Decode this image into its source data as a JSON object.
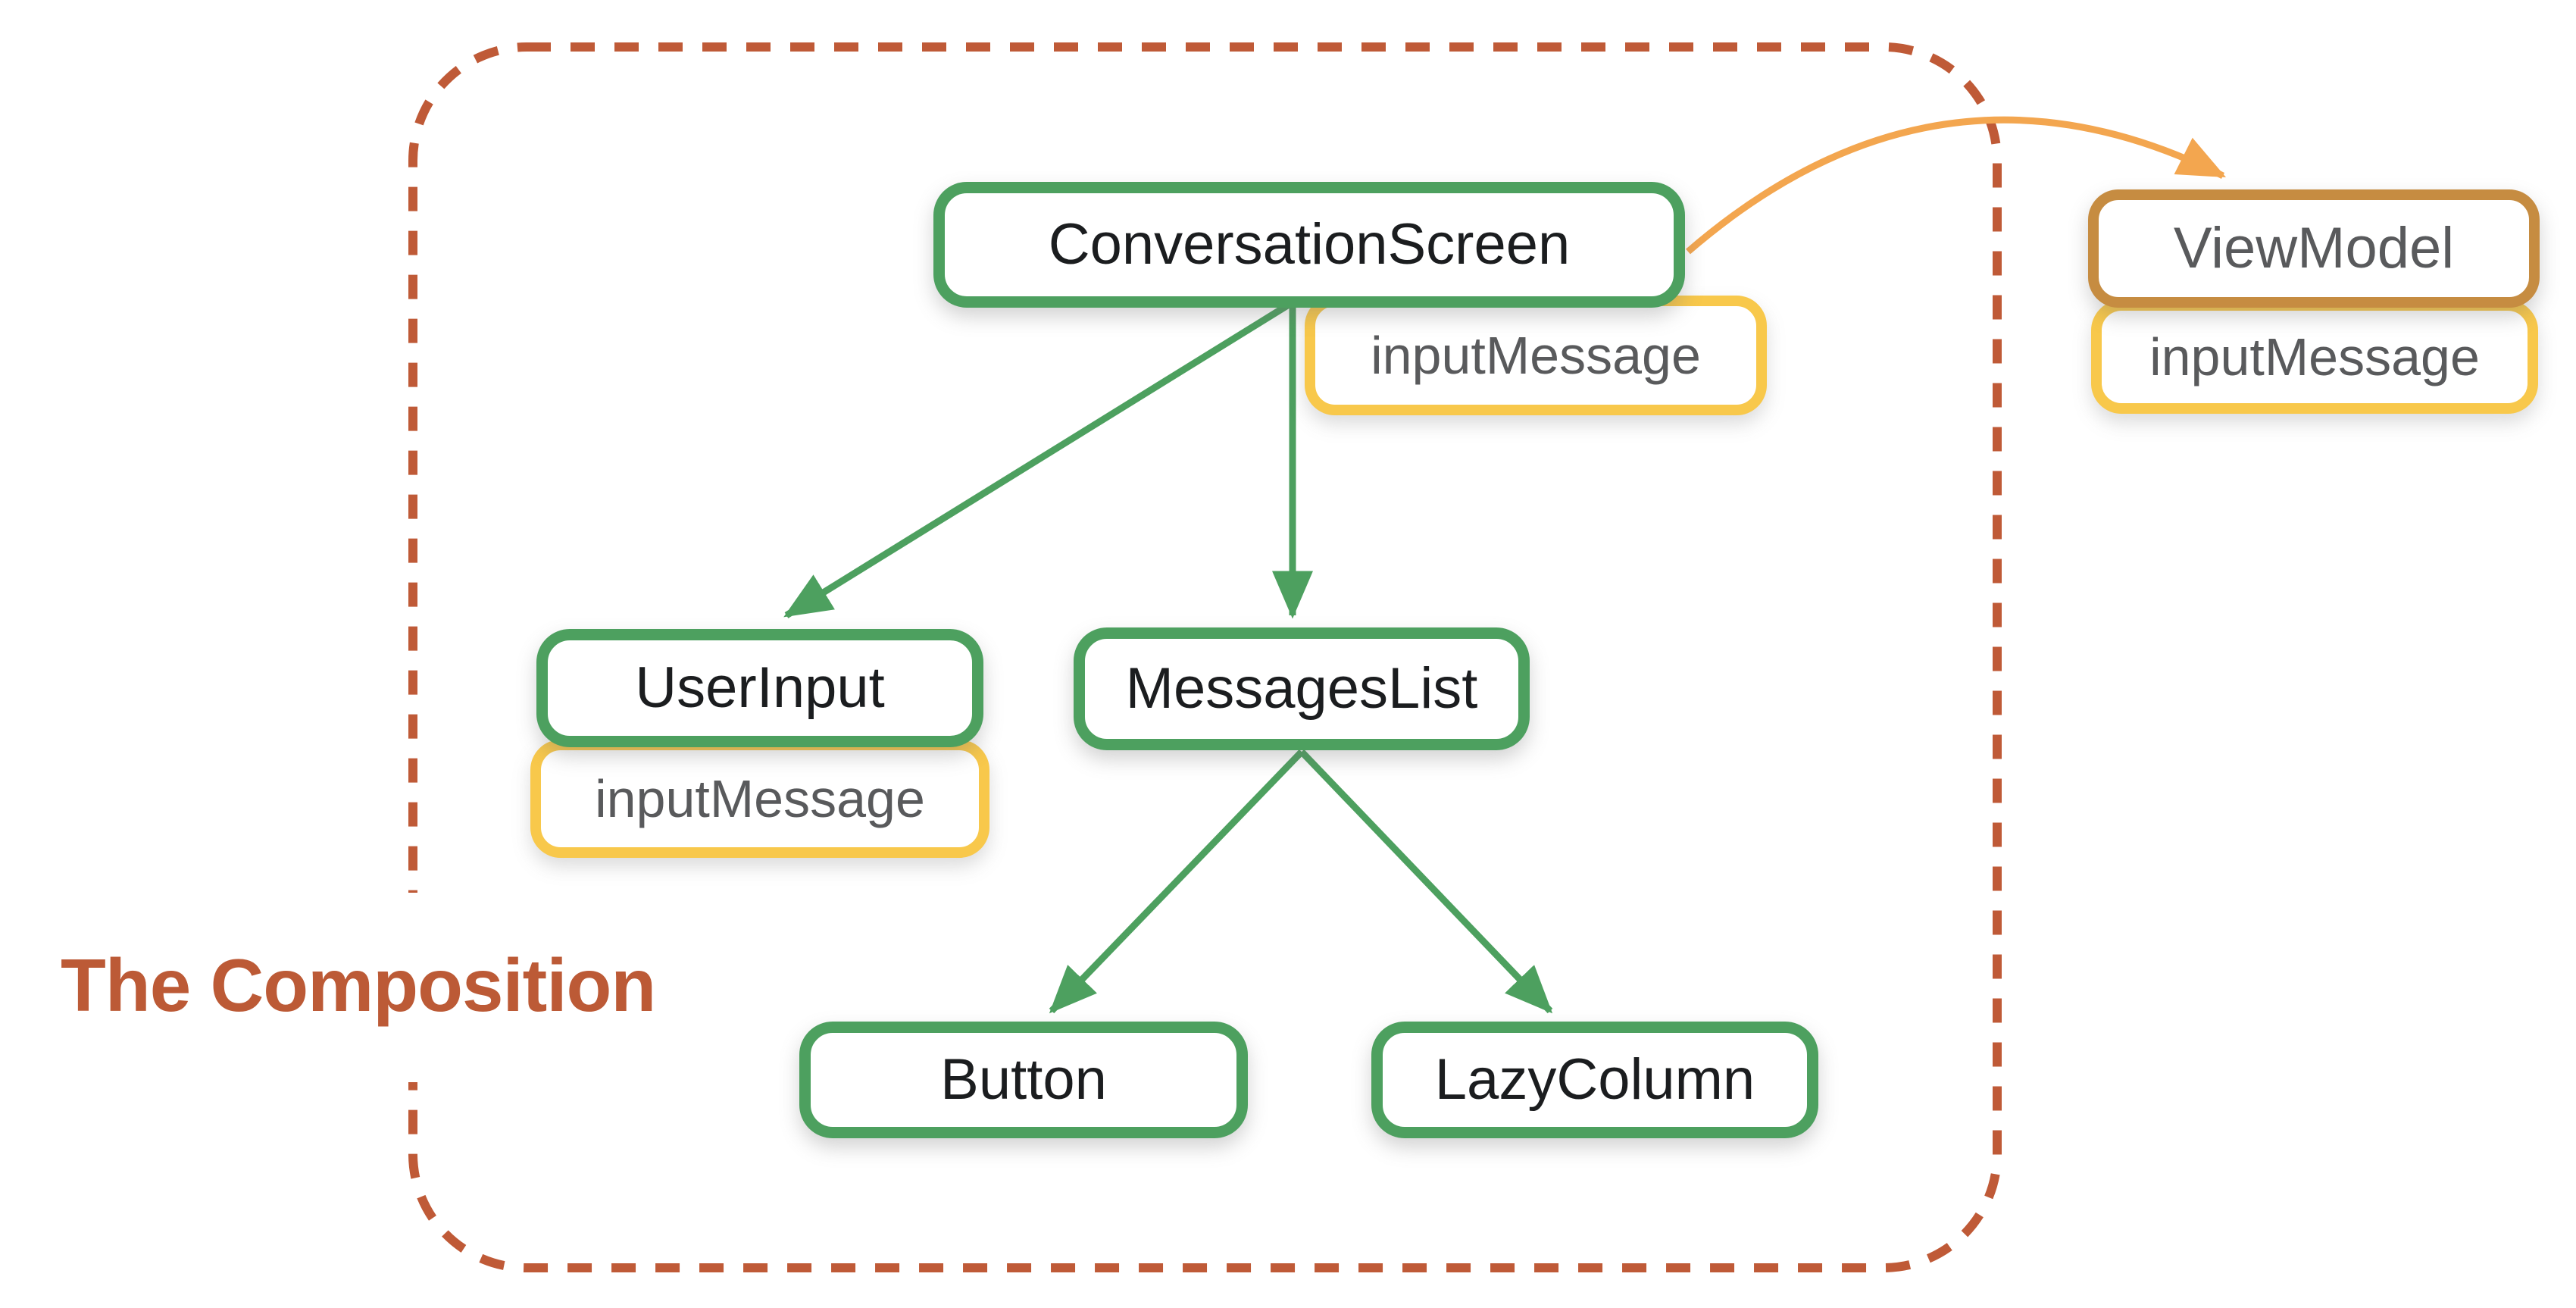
{
  "title": {
    "text": "The Composition"
  },
  "nodes": {
    "conversation_screen": {
      "label": "ConversationScreen",
      "type": "composable"
    },
    "user_input": {
      "label": "UserInput",
      "type": "composable"
    },
    "messages_list": {
      "label": "MessagesList",
      "type": "composable"
    },
    "button": {
      "label": "Button",
      "type": "composable"
    },
    "lazy_column": {
      "label": "LazyColumn",
      "type": "composable"
    },
    "view_model": {
      "label": "ViewModel",
      "type": "viewmodel"
    }
  },
  "badges": {
    "conversation_screen_state": {
      "label": "inputMessage"
    },
    "user_input_state": {
      "label": "inputMessage"
    },
    "view_model_state": {
      "label": "inputMessage"
    }
  },
  "edges": [
    {
      "from": "ConversationScreen",
      "to": "UserInput",
      "style": "green-arrow"
    },
    {
      "from": "ConversationScreen",
      "to": "MessagesList",
      "style": "green-arrow"
    },
    {
      "from": "MessagesList",
      "to": "Button",
      "style": "green-arrow"
    },
    {
      "from": "MessagesList",
      "to": "LazyColumn",
      "style": "green-arrow"
    },
    {
      "from": "ConversationScreen",
      "to": "ViewModel",
      "style": "orange-curved-arrow"
    }
  ],
  "colors": {
    "composable_border": "#4da05f",
    "state_border": "#f8c84b",
    "viewmodel_border": "#c68c41",
    "frame_color": "#bf5a37",
    "title_color": "#bc5a36",
    "arrow_green": "#4da05f",
    "arrow_orange": "#f3a64f",
    "node_text": "#1b1d1f",
    "muted_text": "#595a5c"
  }
}
